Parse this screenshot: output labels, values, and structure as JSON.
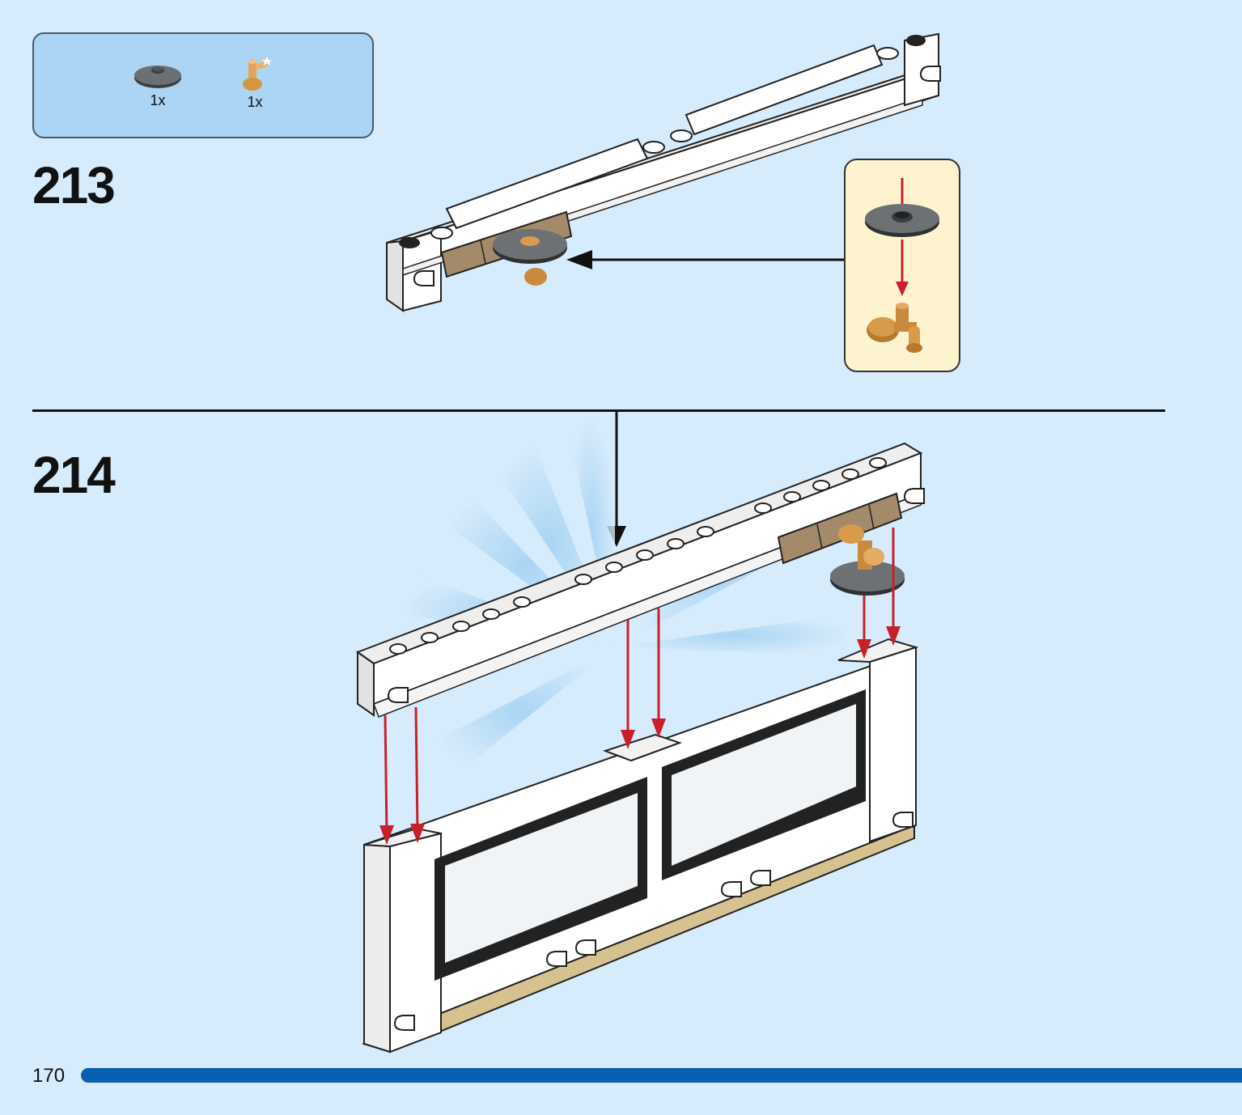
{
  "parts_list": {
    "items": [
      {
        "icon": "round-dish-dark-gray-icon",
        "qty": "1x"
      },
      {
        "icon": "tan-tap-faucet-icon",
        "qty": "1x"
      }
    ]
  },
  "steps": [
    {
      "number": "213"
    },
    {
      "number": "214"
    }
  ],
  "page": {
    "number": "170"
  },
  "colors": {
    "background": "#d6ebfb",
    "parts_box": "#acd4f5",
    "callout": "#fdf4cf",
    "arrow_red": "#c8202b",
    "page_bar": "#0a5fb0"
  }
}
